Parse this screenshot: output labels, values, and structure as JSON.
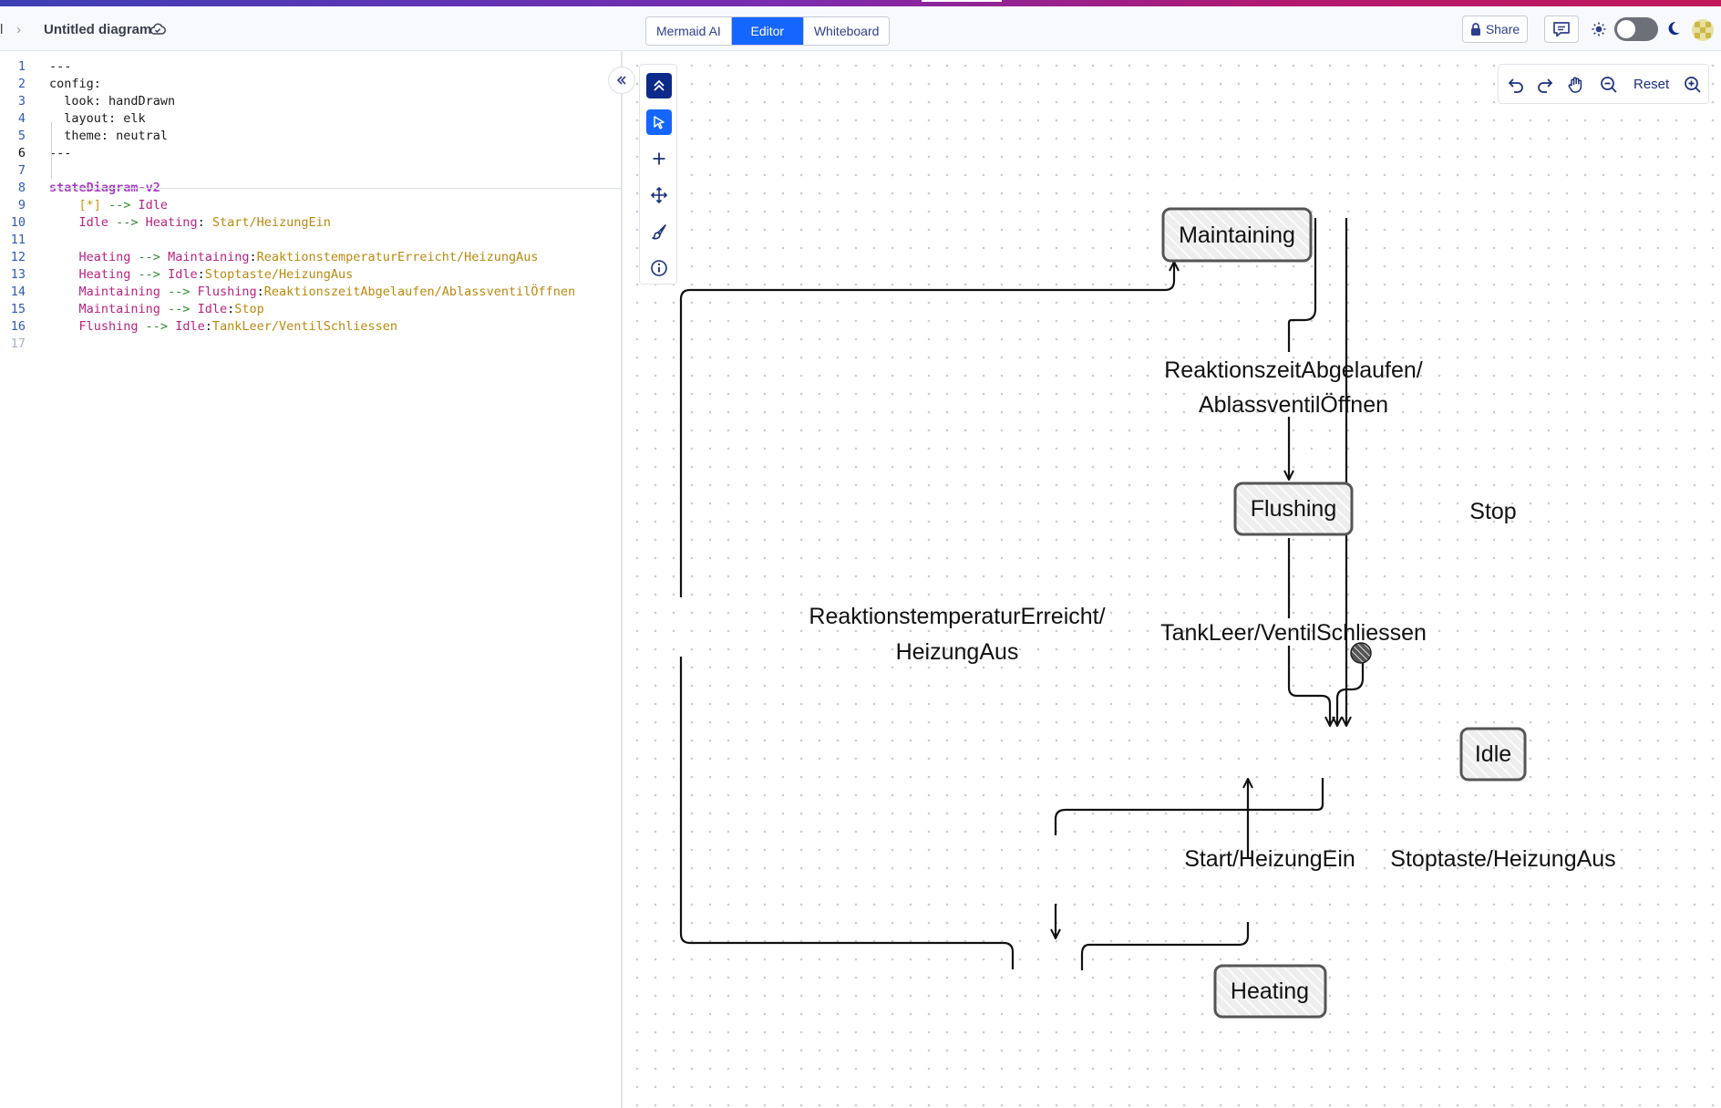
{
  "header": {
    "breadcrumb_cut": "l",
    "breadcrumb_sep": "›",
    "title": "Untitled diagram",
    "tabs": [
      {
        "label": "Mermaid AI",
        "active": false
      },
      {
        "label": "Editor",
        "active": true
      },
      {
        "label": "Whiteboard",
        "active": false
      }
    ],
    "share_label": "Share",
    "theme": "light"
  },
  "editor": {
    "lines": [
      {
        "n": "1",
        "tokens": [
          {
            "t": "---",
            "c": ""
          }
        ]
      },
      {
        "n": "2",
        "tokens": [
          {
            "t": "config:",
            "c": ""
          }
        ]
      },
      {
        "n": "3",
        "tokens": [
          {
            "t": "  look: handDrawn",
            "c": ""
          }
        ]
      },
      {
        "n": "4",
        "tokens": [
          {
            "t": "  layout: elk",
            "c": ""
          }
        ]
      },
      {
        "n": "5",
        "tokens": [
          {
            "t": "  theme: neutral",
            "c": ""
          }
        ]
      },
      {
        "n": "6",
        "tokens": [
          {
            "t": "---",
            "c": ""
          }
        ],
        "current": true
      },
      {
        "n": "7",
        "tokens": []
      },
      {
        "n": "8",
        "tokens": [
          {
            "t": "stateDiagram-v2",
            "c": "kw"
          }
        ]
      },
      {
        "n": "9",
        "tokens": [
          {
            "t": "    ",
            "c": ""
          },
          {
            "t": "[*]",
            "c": "yl"
          },
          {
            "t": " --> ",
            "c": "ar"
          },
          {
            "t": "Idle",
            "c": "st"
          }
        ]
      },
      {
        "n": "10",
        "tokens": [
          {
            "t": "    ",
            "c": ""
          },
          {
            "t": "Idle",
            "c": "st"
          },
          {
            "t": " --> ",
            "c": "ar"
          },
          {
            "t": "Heating",
            "c": "st"
          },
          {
            "t": ": ",
            "c": ""
          },
          {
            "t": "Start/HeizungEin",
            "c": "lb"
          }
        ]
      },
      {
        "n": "11",
        "tokens": []
      },
      {
        "n": "12",
        "tokens": [
          {
            "t": "    ",
            "c": ""
          },
          {
            "t": "Heating",
            "c": "st"
          },
          {
            "t": " --> ",
            "c": "ar"
          },
          {
            "t": "Maintaining",
            "c": "st"
          },
          {
            "t": ":",
            "c": ""
          },
          {
            "t": "ReaktionstemperaturErreicht/HeizungAus",
            "c": "lb"
          }
        ]
      },
      {
        "n": "13",
        "tokens": [
          {
            "t": "    ",
            "c": ""
          },
          {
            "t": "Heating",
            "c": "st"
          },
          {
            "t": " --> ",
            "c": "ar"
          },
          {
            "t": "Idle",
            "c": "st"
          },
          {
            "t": ":",
            "c": ""
          },
          {
            "t": "Stoptaste/HeizungAus",
            "c": "lb"
          }
        ]
      },
      {
        "n": "14",
        "tokens": [
          {
            "t": "    ",
            "c": ""
          },
          {
            "t": "Maintaining",
            "c": "st"
          },
          {
            "t": " --> ",
            "c": "ar"
          },
          {
            "t": "Flushing",
            "c": "st"
          },
          {
            "t": ":",
            "c": ""
          },
          {
            "t": "ReaktionszeitAbgelaufen/AblassventilÖffnen",
            "c": "lb"
          }
        ]
      },
      {
        "n": "15",
        "tokens": [
          {
            "t": "    ",
            "c": ""
          },
          {
            "t": "Maintaining",
            "c": "st"
          },
          {
            "t": " --> ",
            "c": "ar"
          },
          {
            "t": "Idle",
            "c": "st"
          },
          {
            "t": ":",
            "c": ""
          },
          {
            "t": "Stop",
            "c": "lb"
          }
        ]
      },
      {
        "n": "16",
        "tokens": [
          {
            "t": "    ",
            "c": ""
          },
          {
            "t": "Flushing",
            "c": "st"
          },
          {
            "t": " --> ",
            "c": "ar"
          },
          {
            "t": "Idle",
            "c": "st"
          },
          {
            "t": ":",
            "c": ""
          },
          {
            "t": "TankLeer/VentilSchliessen",
            "c": "lb"
          }
        ]
      },
      {
        "n": "17",
        "tokens": [],
        "dim": true
      }
    ]
  },
  "toolbar": {
    "tools": [
      "collapse-up-icon",
      "pointer-icon",
      "plus-icon",
      "move-icon",
      "brush-icon",
      "info-icon"
    ]
  },
  "zoombar": {
    "reset_label": "Reset"
  },
  "diagram": {
    "states": {
      "maintaining": "Maintaining",
      "flushing": "Flushing",
      "idle": "Idle",
      "heating": "Heating"
    },
    "labels": {
      "to_flushing_1": "ReaktionszeitAbgelaufen/",
      "to_flushing_2": "AblassventilÖffnen",
      "stop": "Stop",
      "to_maintaining_1": "ReaktionstemperaturErreicht/",
      "to_maintaining_2": "HeizungAus",
      "flush_to_idle": "TankLeer/VentilSchliessen",
      "idle_to_heating": "Start/HeizungEin",
      "heating_to_idle": "Stoptaste/HeizungAus"
    }
  },
  "colors": {
    "accent": "#1565ff",
    "accent_dark": "#0c2a8a",
    "state_fill": "#ececec",
    "edge": "#111111"
  }
}
